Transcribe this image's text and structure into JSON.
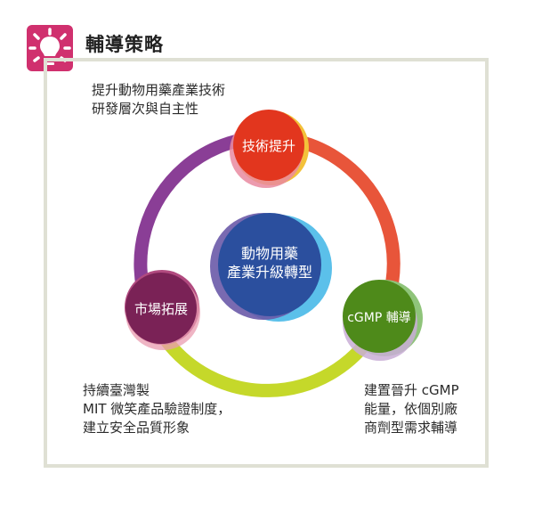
{
  "header": {
    "title": "輔導策略",
    "icon": "lightbulb-icon",
    "accent_color": "#d0306e"
  },
  "center": {
    "line1": "動物用藥",
    "line2": "產業升級轉型",
    "color": "#2b4f9e"
  },
  "nodes": {
    "tech": {
      "label": "技術提升",
      "color": "#e2361e"
    },
    "gmp": {
      "label": "cGMP 輔導",
      "color": "#4e8a1a"
    },
    "market": {
      "label": "市場拓展",
      "color": "#7a2256"
    }
  },
  "ring": {
    "colors": {
      "tech_to_gmp": "#e8553a",
      "gmp_to_market": "#c5d82a",
      "market_to_tech": "#8a3e96"
    }
  },
  "descriptions": {
    "top": [
      "提升動物用藥產業技術",
      "研發層次與自主性"
    ],
    "left": [
      "持續臺灣製",
      "MIT 微笑產品驗證制度，",
      "建立安全品質形象"
    ],
    "right": [
      "建置晉升 cGMP",
      "能量，依個別廠",
      "商劑型需求輔導"
    ]
  }
}
